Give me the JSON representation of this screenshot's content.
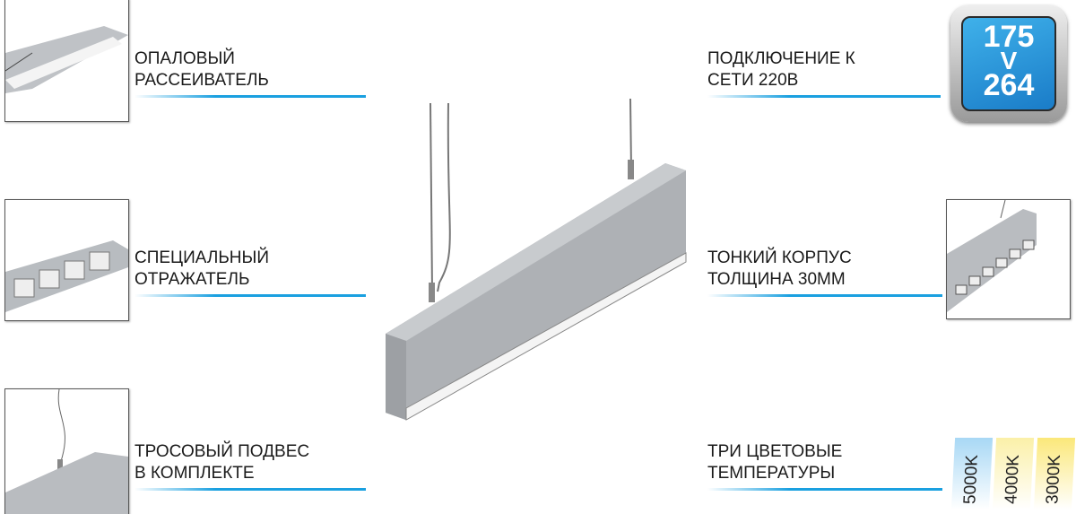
{
  "features_left": [
    {
      "lines": [
        "Опаловый",
        "рассеиватель"
      ]
    },
    {
      "lines": [
        "Специальный",
        "отражатель"
      ]
    },
    {
      "lines": [
        "Тросовый подвес",
        "в комплекте"
      ]
    }
  ],
  "features_right": [
    {
      "lines": [
        "Подключение к",
        "сети 220В"
      ]
    },
    {
      "lines": [
        "Тонкий корпус",
        "толщина 30мм"
      ]
    },
    {
      "lines": [
        "Три цветовые",
        "температуры"
      ]
    }
  ],
  "voltage": {
    "min": "175",
    "sep": "V",
    "max": "264"
  },
  "temperatures": [
    {
      "label": "5000K",
      "color": "#a8d8f5"
    },
    {
      "label": "4000K",
      "color": "#fbf0a8"
    },
    {
      "label": "3000K",
      "color": "#fbe87a"
    }
  ]
}
